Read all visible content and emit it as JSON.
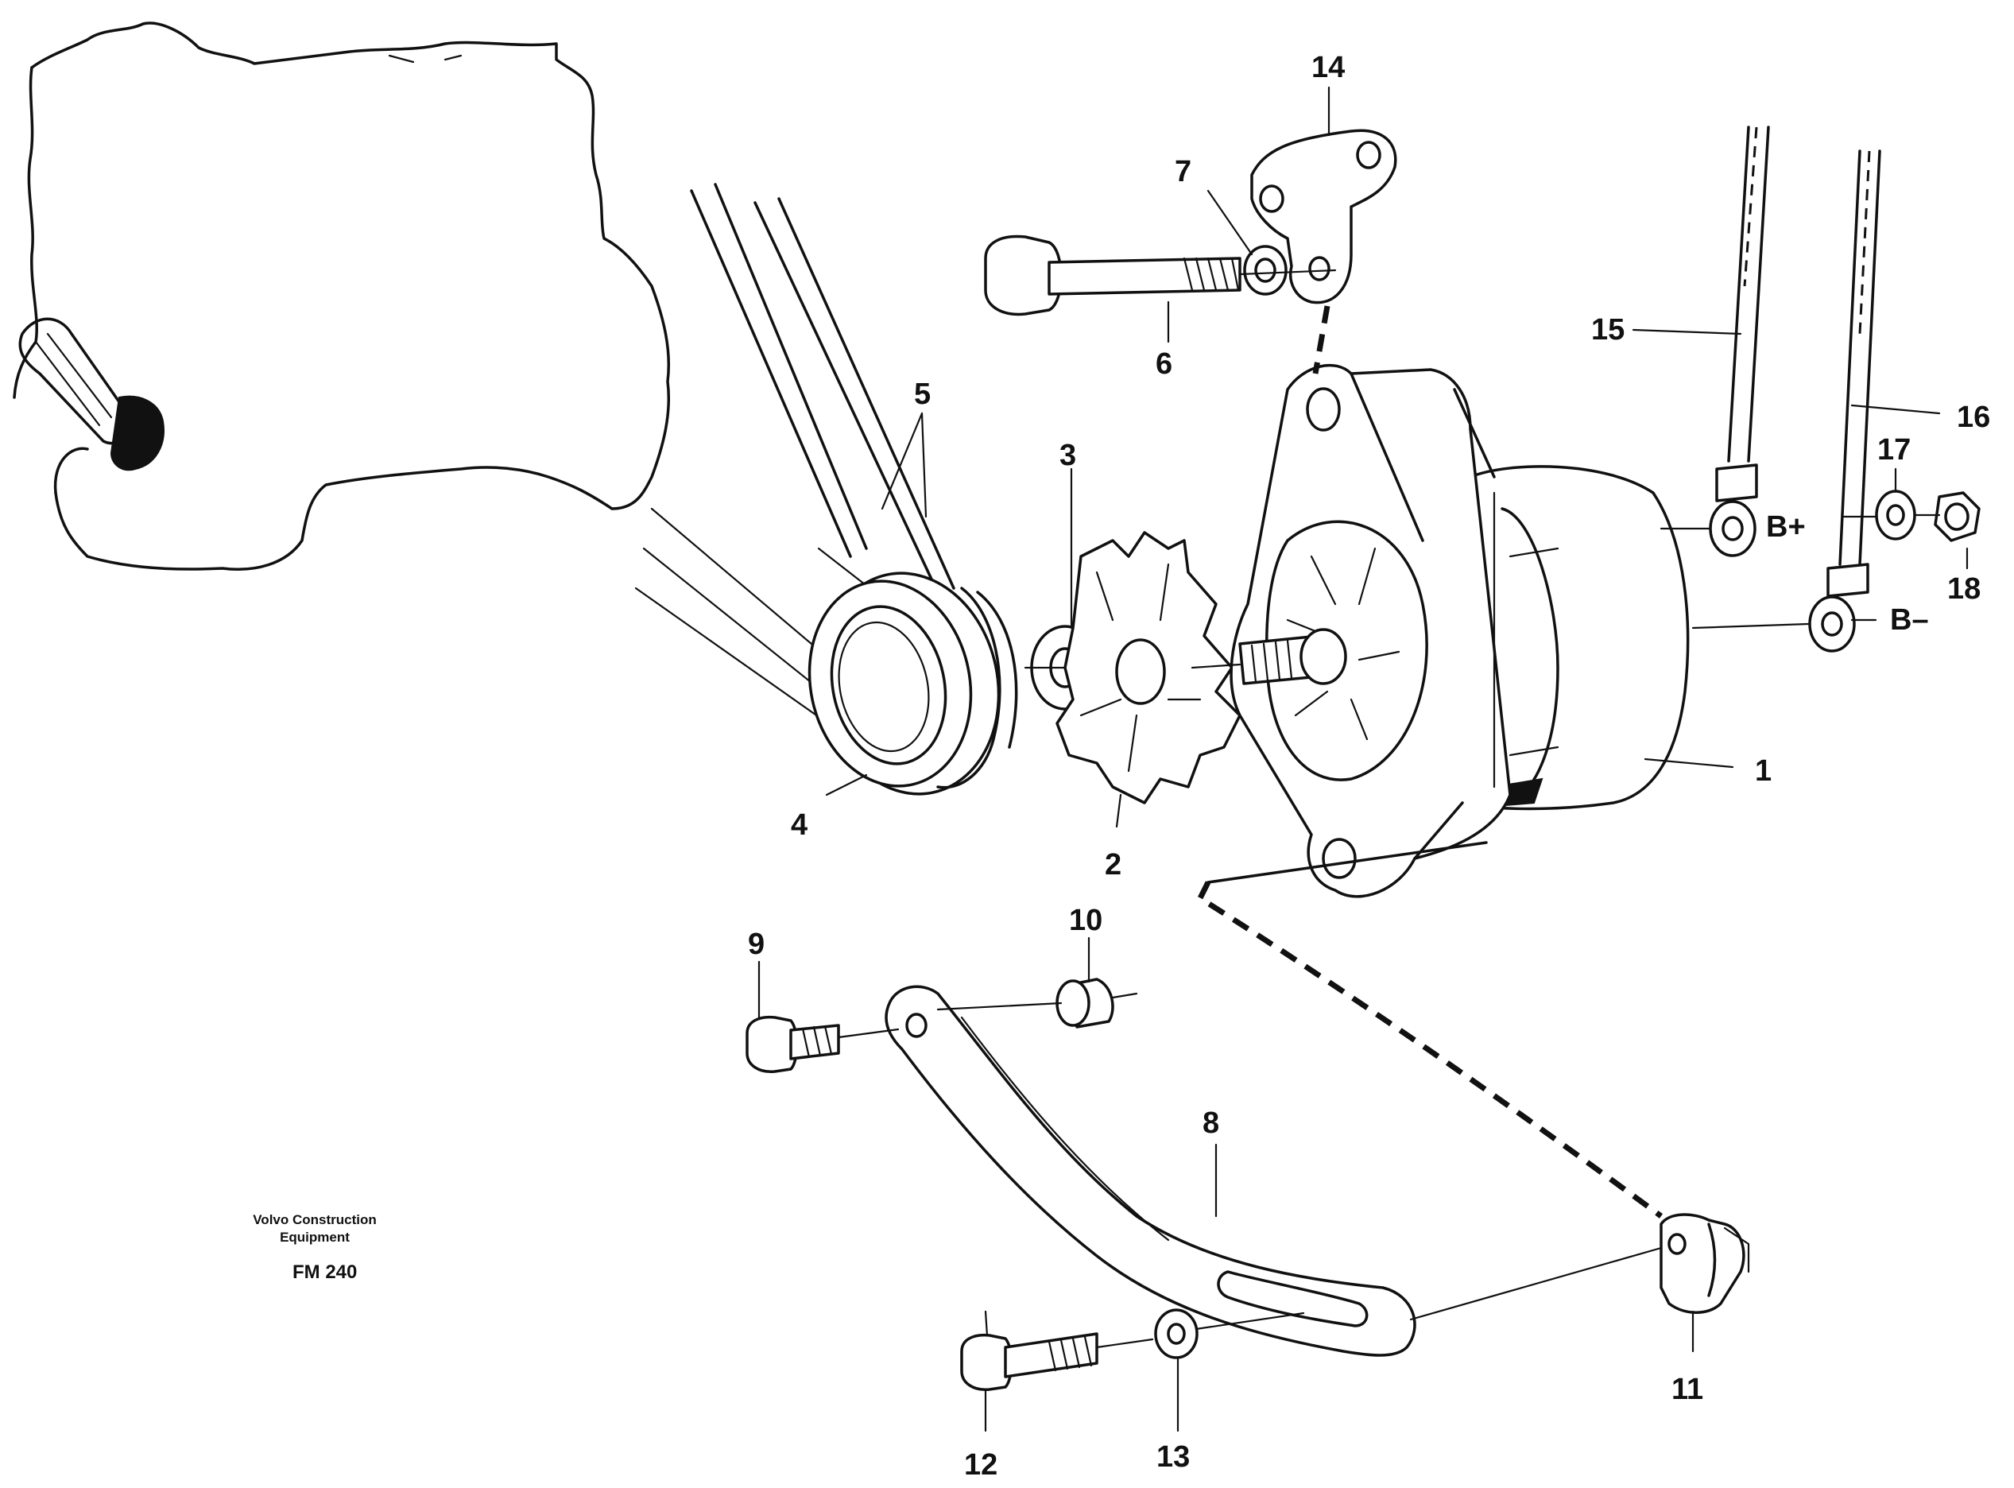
{
  "diagram": {
    "callouts": [
      {
        "id": "1",
        "label": "1"
      },
      {
        "id": "2",
        "label": "2"
      },
      {
        "id": "3",
        "label": "3"
      },
      {
        "id": "4",
        "label": "4"
      },
      {
        "id": "5",
        "label": "5"
      },
      {
        "id": "6",
        "label": "6"
      },
      {
        "id": "7",
        "label": "7"
      },
      {
        "id": "8",
        "label": "8"
      },
      {
        "id": "9",
        "label": "9"
      },
      {
        "id": "10",
        "label": "10"
      },
      {
        "id": "11",
        "label": "11"
      },
      {
        "id": "12",
        "label": "12"
      },
      {
        "id": "13",
        "label": "13"
      },
      {
        "id": "14",
        "label": "14"
      },
      {
        "id": "15",
        "label": "15"
      },
      {
        "id": "16",
        "label": "16"
      },
      {
        "id": "17",
        "label": "17"
      },
      {
        "id": "18",
        "label": "18"
      }
    ],
    "terminals": {
      "b_plus": "B+",
      "b_minus": "B–"
    },
    "caption": {
      "line1": "Volvo Construction",
      "line2": "Equipment",
      "code": "FM 240"
    }
  }
}
